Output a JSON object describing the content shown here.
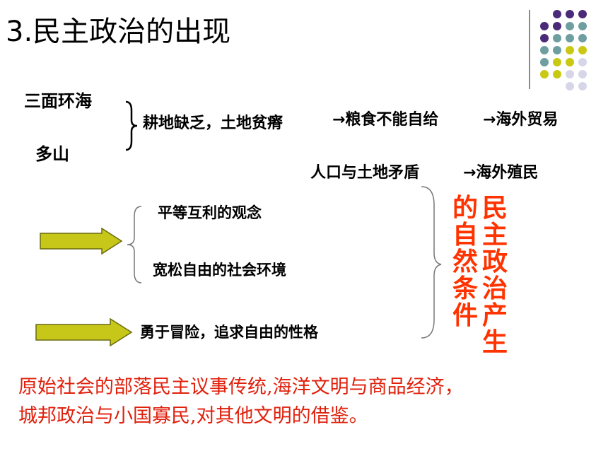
{
  "slide": {
    "title": "3.民主政治的出现",
    "label_sea": "三面环海",
    "label_mountain": "多山",
    "label_land": "耕地缺乏，土地贫瘠",
    "label_food": "→粮食不能自给",
    "label_trade": "→海外贸易",
    "label_population": "人口与土地矛盾",
    "label_colony": "→海外殖民",
    "label_equality": "平等互利的观念",
    "label_freedom_env": "宽松自由的社会环境",
    "label_adventure": "勇于冒险，追求自由的性格",
    "vertical_col1": "民主政治产生",
    "vertical_col2": "的自然条件",
    "bottom_line1": "原始社会的部落民主议事传统,海洋文明与商品经济，",
    "bottom_line2": "城邦政治与小国寡民,对其他文明的借鉴。"
  },
  "colors": {
    "dot_purple": "#4b2a79",
    "dot_teal": "#6f9ea0",
    "dot_yellow": "#c9c914",
    "dot_lavender": "#d6d6e8",
    "arrow_fill": "#c7c71a",
    "vertical_text": "#ff3300",
    "bottom_text": "#e0200c"
  }
}
